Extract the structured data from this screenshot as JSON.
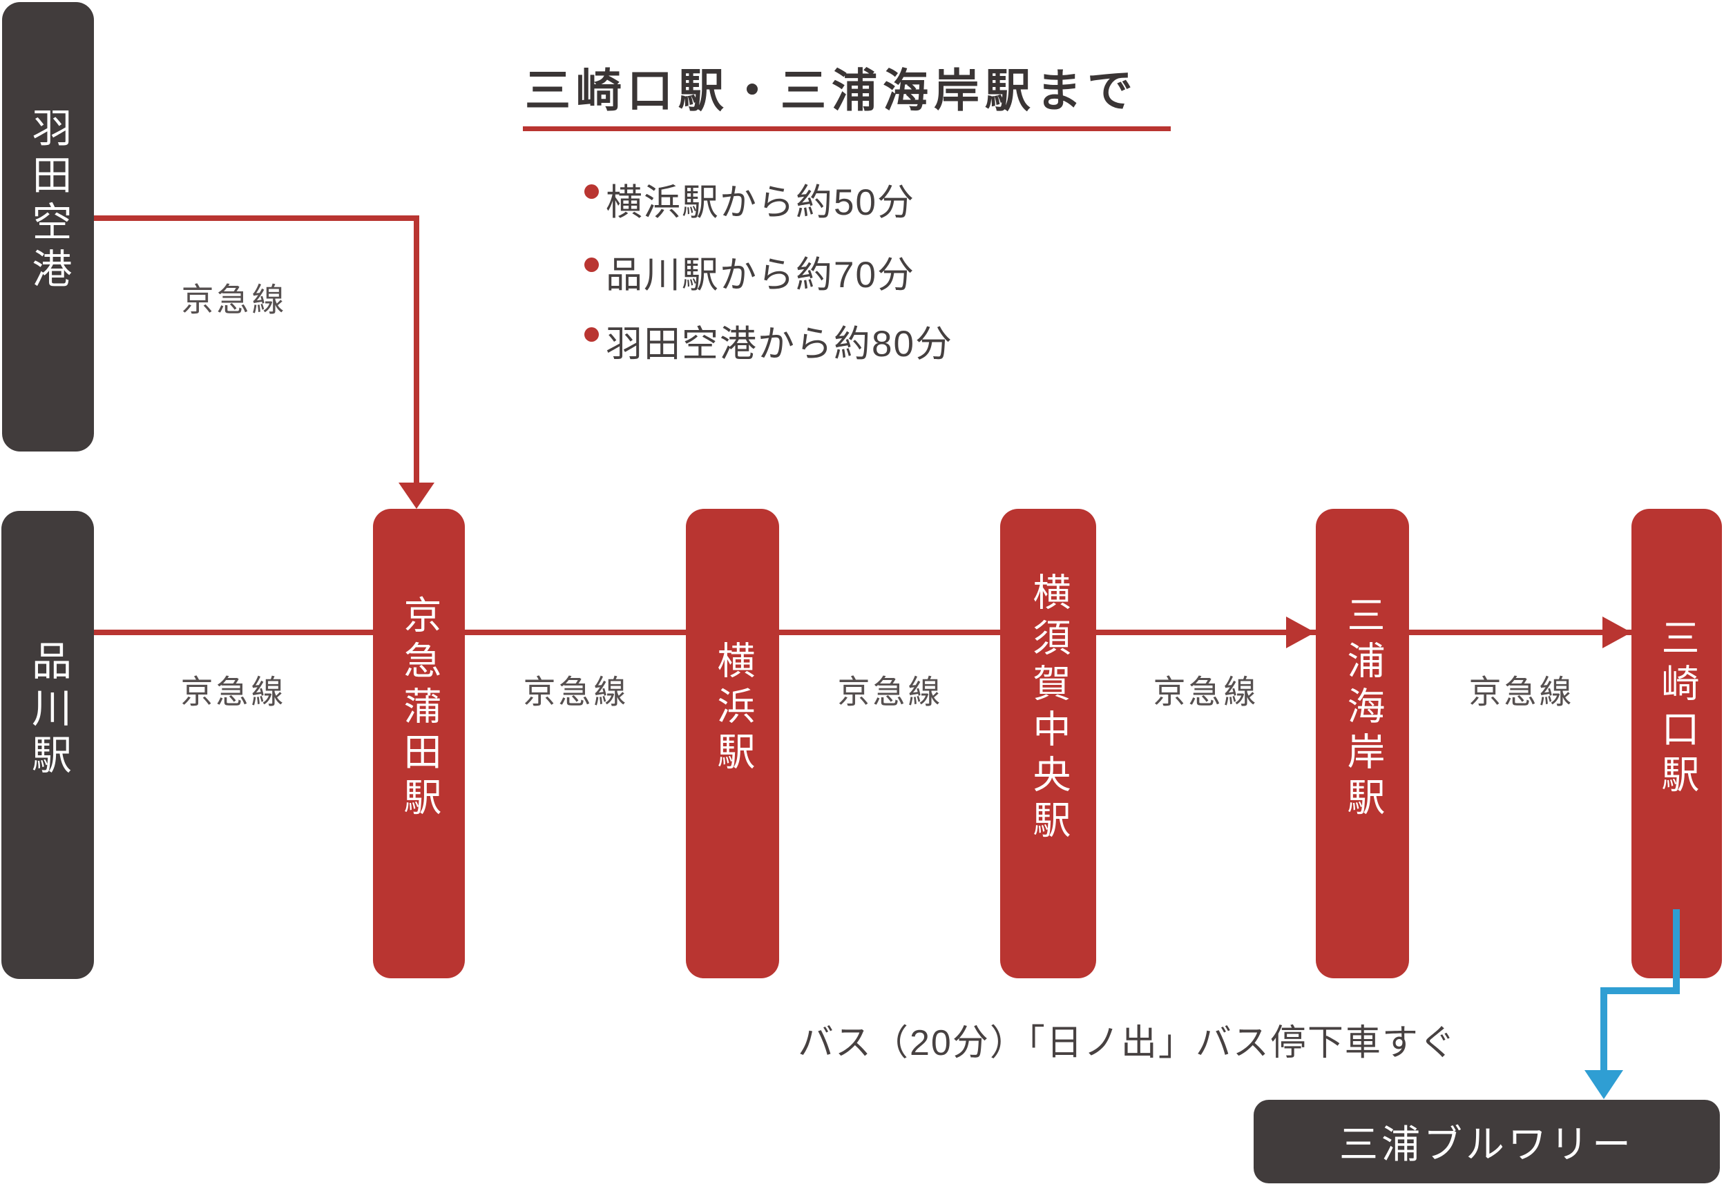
{
  "title": "三崎口駅・三浦海岸駅まで",
  "access_notes": [
    "横浜駅から約50分",
    "品川駅から約70分",
    "羽田空港から約80分"
  ],
  "origins": {
    "haneda": "羽田空港",
    "shinagawa": "品川駅"
  },
  "stations": [
    "京急蒲田駅",
    "横浜駅",
    "横須賀中央駅",
    "三浦海岸駅",
    "三崎口駅"
  ],
  "line_labels": [
    "京急線",
    "京急線",
    "京急線",
    "京急線",
    "京急線",
    "京急線"
  ],
  "bus_note": "バス（20分）「日ノ出」バス停下車すぐ",
  "destination": "三浦ブルワリー",
  "colors": {
    "route_red": "#b93531",
    "box_dark": "#413c3c",
    "bus_blue": "#2f9ed3",
    "label_gray": "#565050",
    "title_gray": "#3a3535"
  }
}
